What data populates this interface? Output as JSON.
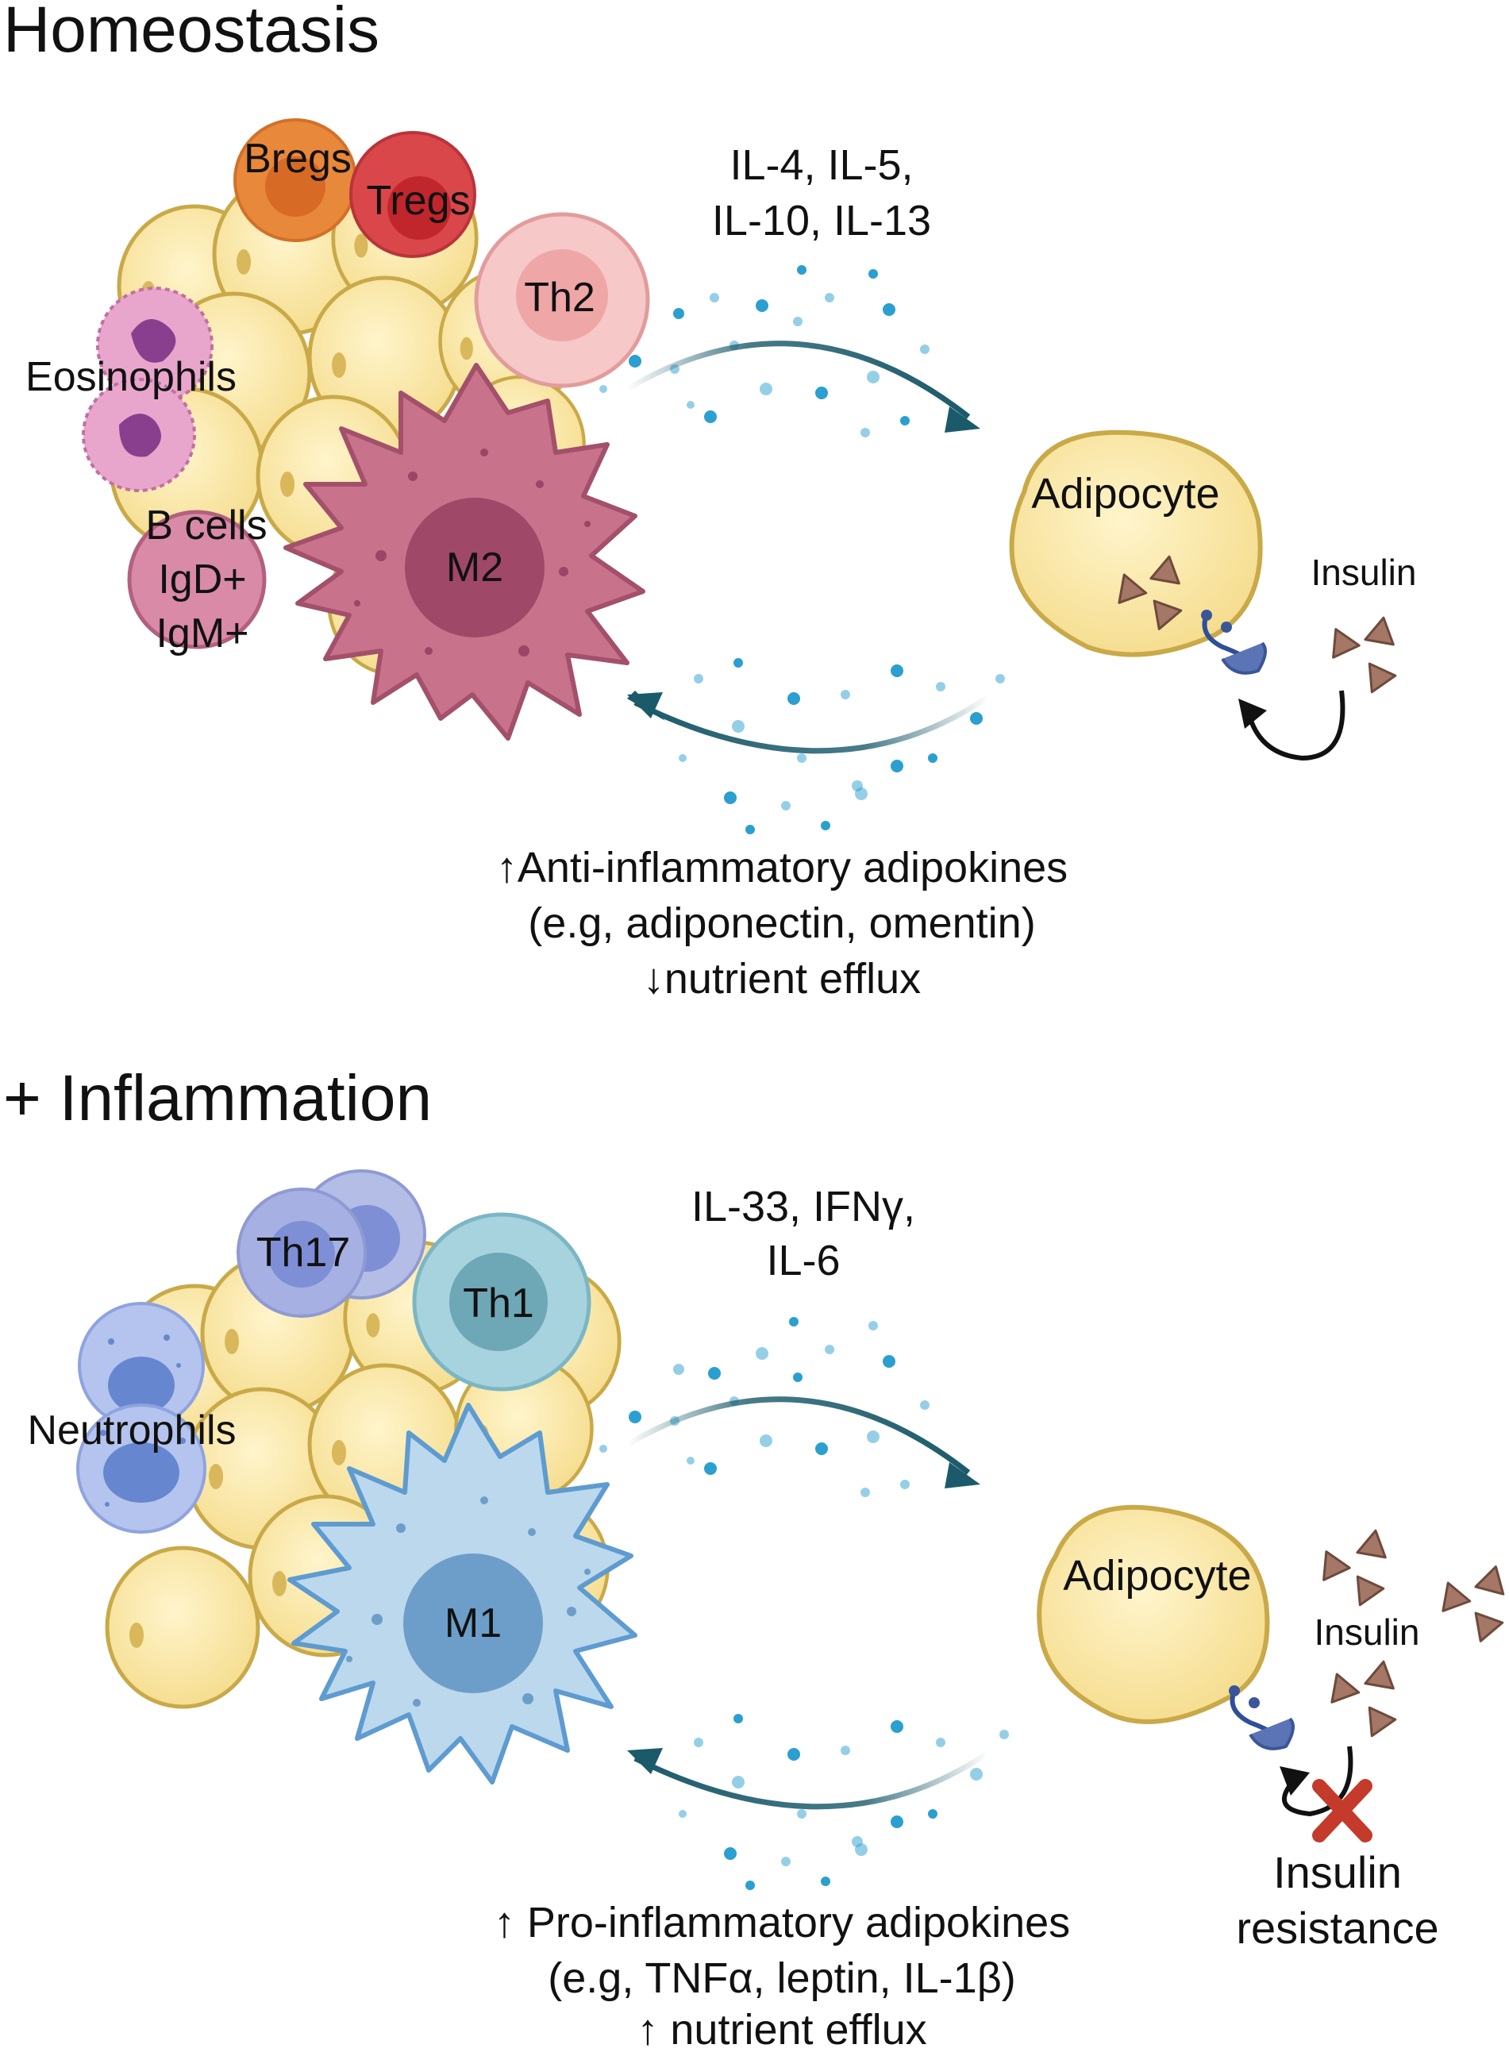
{
  "homeostasis": {
    "heading": "Homeostasis",
    "cells": {
      "bregs": "Bregs",
      "tregs": "Tregs",
      "th2": "Th2",
      "eosinophils": "Eosinophils",
      "b_cells": [
        "B cells",
        "IgD+",
        "IgM+"
      ],
      "macrophage": "M2"
    },
    "cytokines": [
      "IL-4, IL-5,",
      "IL-10, IL-13"
    ],
    "adipocyte": "Adipocyte",
    "insulin": "Insulin",
    "adipokines": [
      "↑Anti-inflammatory adipokines",
      "(e.g, adiponectin, omentin)",
      "↓nutrient efflux"
    ]
  },
  "inflammation": {
    "heading": "+ Inflammation",
    "cells": {
      "th17": "Th17",
      "th1": "Th1",
      "neutrophils": "Neutrophils",
      "macrophage": "M1"
    },
    "cytokines": [
      "IL-33, IFNγ,",
      "IL-6"
    ],
    "adipocyte": "Adipocyte",
    "insulin": "Insulin",
    "insulin_resistance": [
      "Insulin",
      "resistance"
    ],
    "adipokines": [
      "↑ Pro-inflammatory adipokines",
      "(e.g, TNFα, leptin, IL-1β)",
      "↑ nutrient efflux"
    ]
  },
  "colors": {
    "adipocyte_fill": "#f7e39a",
    "adipocyte_stroke": "#c9a948",
    "m2": "#c9728c",
    "m1": "#b7d4ea",
    "bregs": "#e8883b",
    "tregs": "#d9474a",
    "th2": "#f4b8b8",
    "th17": "#9fa8dd",
    "th1": "#86bfcc",
    "arrow": "#1b5a6b",
    "dots": "#2b9fd0",
    "insulin": "#a47766",
    "receptor": "#5b74b5",
    "block": "#c43a2b"
  }
}
